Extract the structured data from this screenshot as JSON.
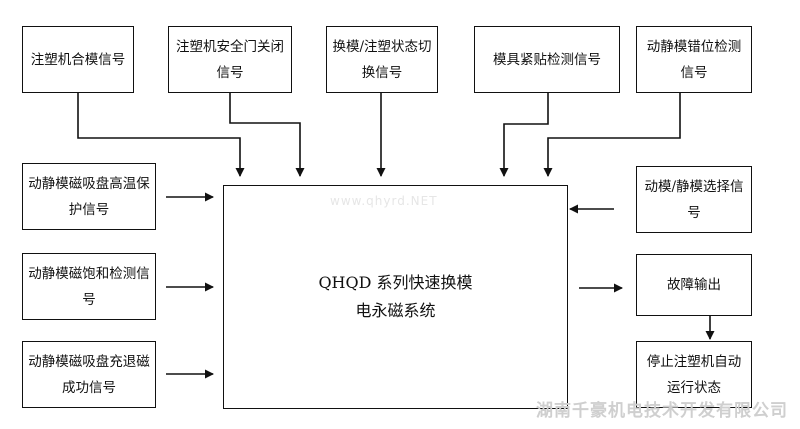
{
  "inputs_top": [
    "注塑机合模信号",
    "注塑机安全门关闭信号",
    "换模/注塑状态切换信号",
    "模具紧贴检测信号",
    "动静模错位检测信号"
  ],
  "inputs_left": [
    "动静模磁吸盘高温保护信号",
    "动静模磁饱和检测信号",
    "动静模磁吸盘充退磁成功信号"
  ],
  "input_right": "动模/静模选择信号",
  "center": {
    "line1": "QHQD 系列快速换模",
    "line2": "电永磁系统"
  },
  "outputs": [
    "故障输出",
    "停止注塑机自动运行状态"
  ],
  "watermarks": {
    "url": "www.qhyrd.NET",
    "company": "湖南千豪机电技术开发有限公司"
  }
}
